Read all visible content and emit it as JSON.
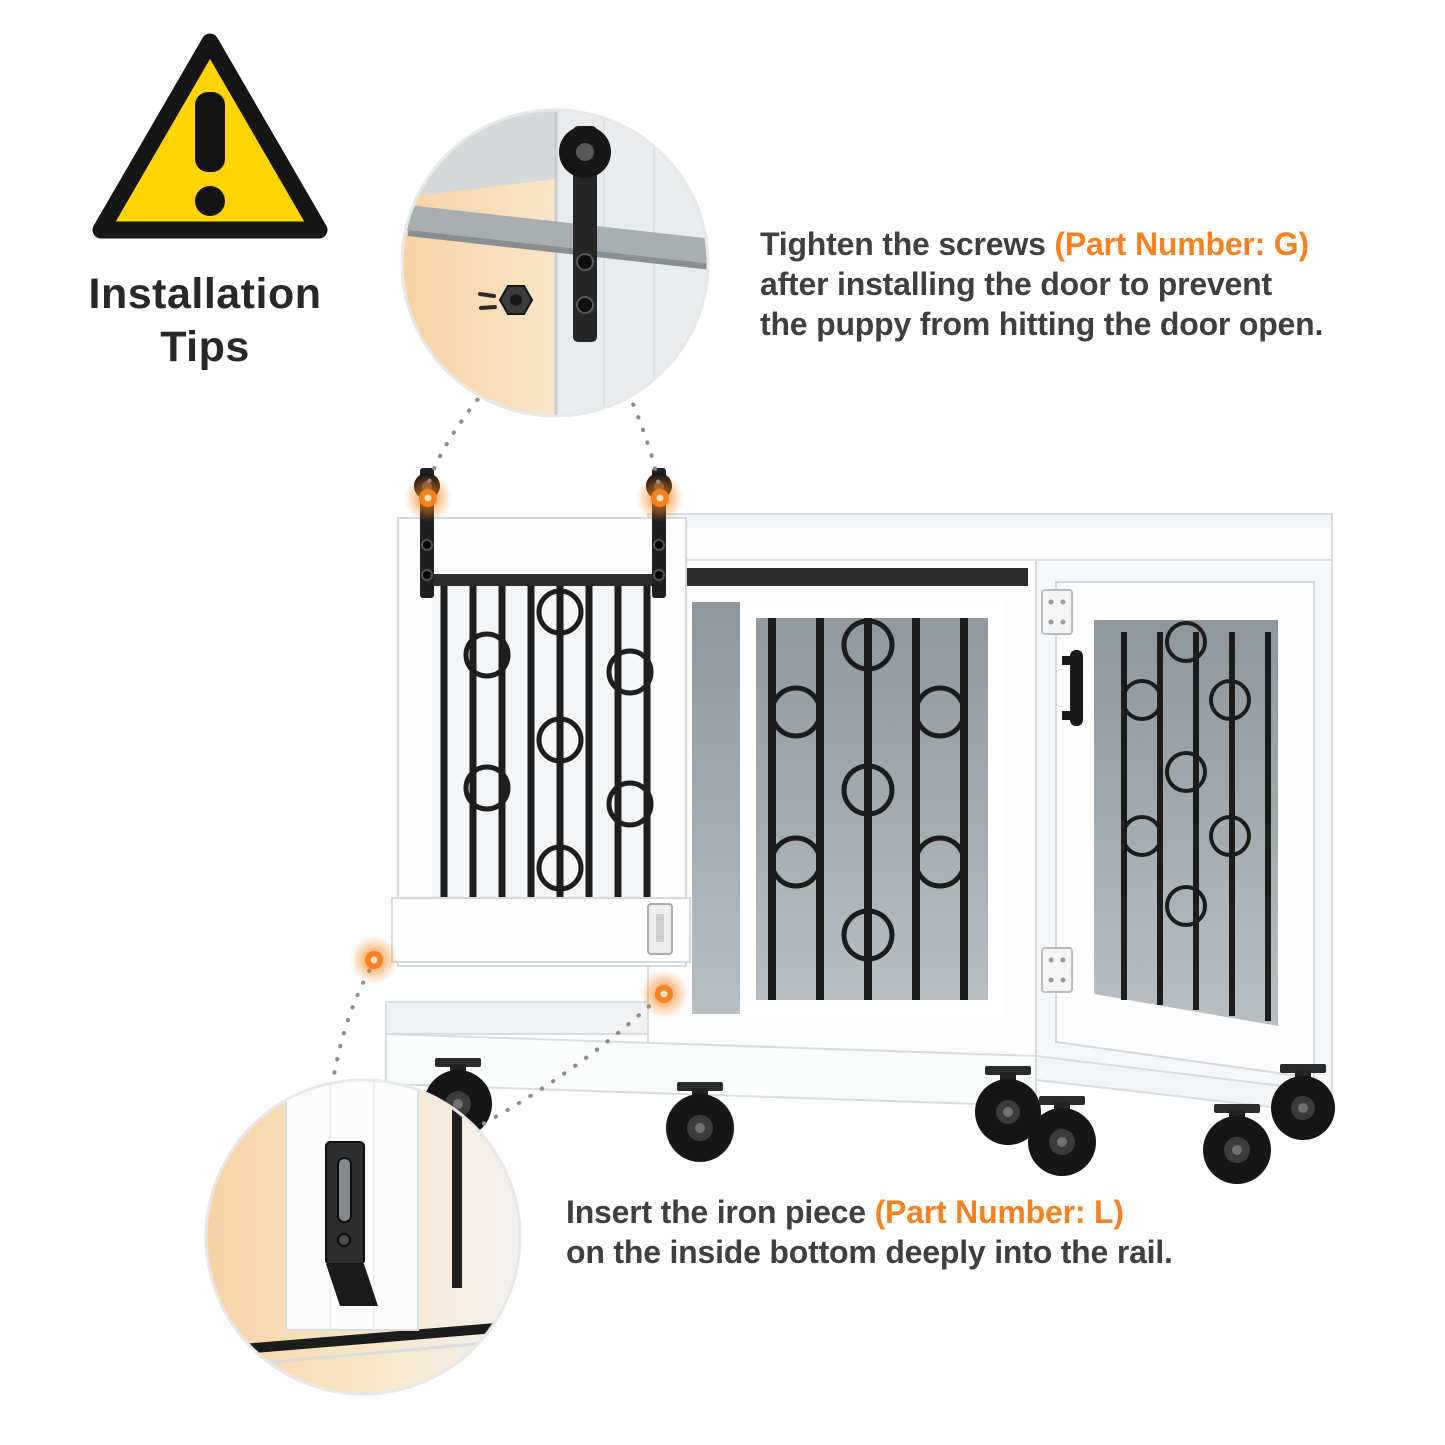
{
  "colors": {
    "accent_orange": "#F5821F",
    "warning_yellow": "#FFD400",
    "text_dark": "#3F3F3F"
  },
  "header": {
    "line1": "Installation",
    "line2": "Tips"
  },
  "tips": {
    "screws": {
      "line1_normal": "Tighten the screws ",
      "line1_highlight": "(Part Number: G)",
      "line2": "after installing the door to prevent",
      "line3": "the puppy from hitting the door open."
    },
    "iron": {
      "line1_normal": "Insert the iron piece ",
      "line1_highlight": "(Part Number: L)",
      "line2": "on the inside bottom deeply into the rail."
    }
  },
  "illustration": {
    "subject": "white-dog-crate-with-sliding-barn-door-on-caster-wheels",
    "callouts": [
      "door-roller-screw-closeup",
      "iron-piece-rail-closeup"
    ]
  }
}
